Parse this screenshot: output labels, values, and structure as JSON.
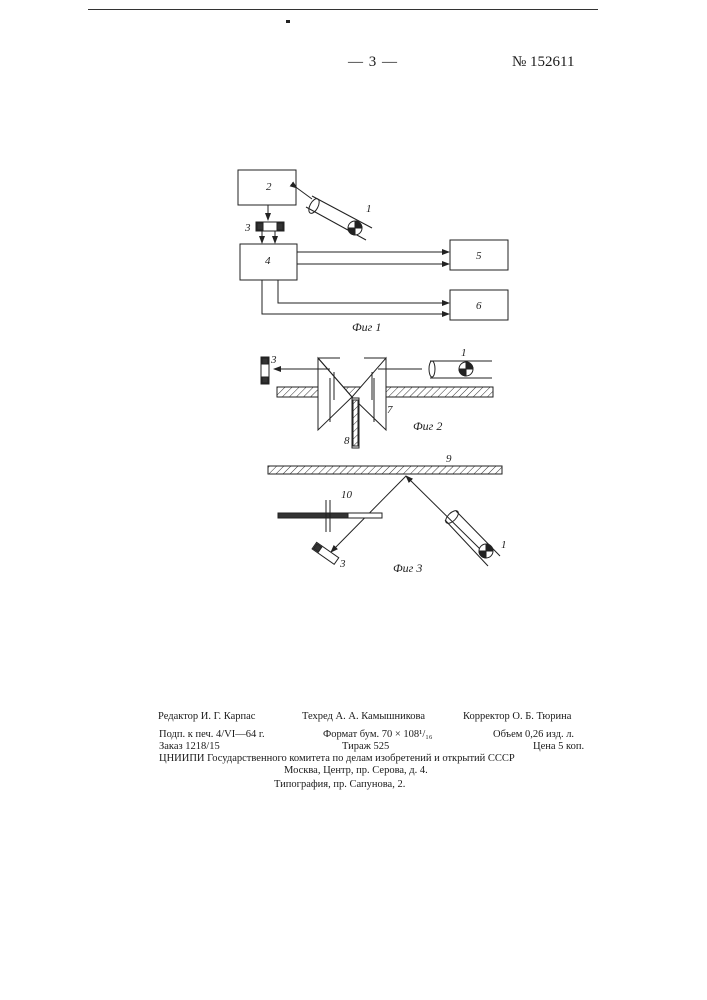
{
  "header": {
    "page_number": "— 3 —",
    "patent_number": "№ 152611"
  },
  "figures": {
    "fig1": {
      "caption": "Фиг 1",
      "labels": [
        "2",
        "1",
        "3",
        "4",
        "5",
        "6"
      ]
    },
    "fig2": {
      "caption": "Фиг 2",
      "labels": [
        "3",
        "1",
        "7",
        "8"
      ]
    },
    "fig3": {
      "caption": "Фиг 3",
      "labels": [
        "9",
        "10",
        "1",
        "3"
      ]
    }
  },
  "imprint": {
    "editor": "Редактор И. Г. Карпас",
    "techred": "Техред А. А. Камышникова",
    "corrector": "Корректор О. Б. Тюрина",
    "line2_left": "Подп. к печ. 4/VI—64 г.",
    "line2_mid": "Формат бум. 70 × 108¹/₁₆",
    "line2_right": "Объем 0,26 изд. л.",
    "line3_left": "Заказ 1218/15",
    "line3_mid": "Тираж 525",
    "line3_right": "Цена 5 коп.",
    "line4": "ЦНИИПИ Государственного комитета по делам изобретений и открытий СССР",
    "line5": "Москва, Центр, пр. Серова, д. 4.",
    "line6": "Типография, пр. Сапунова, 2."
  }
}
